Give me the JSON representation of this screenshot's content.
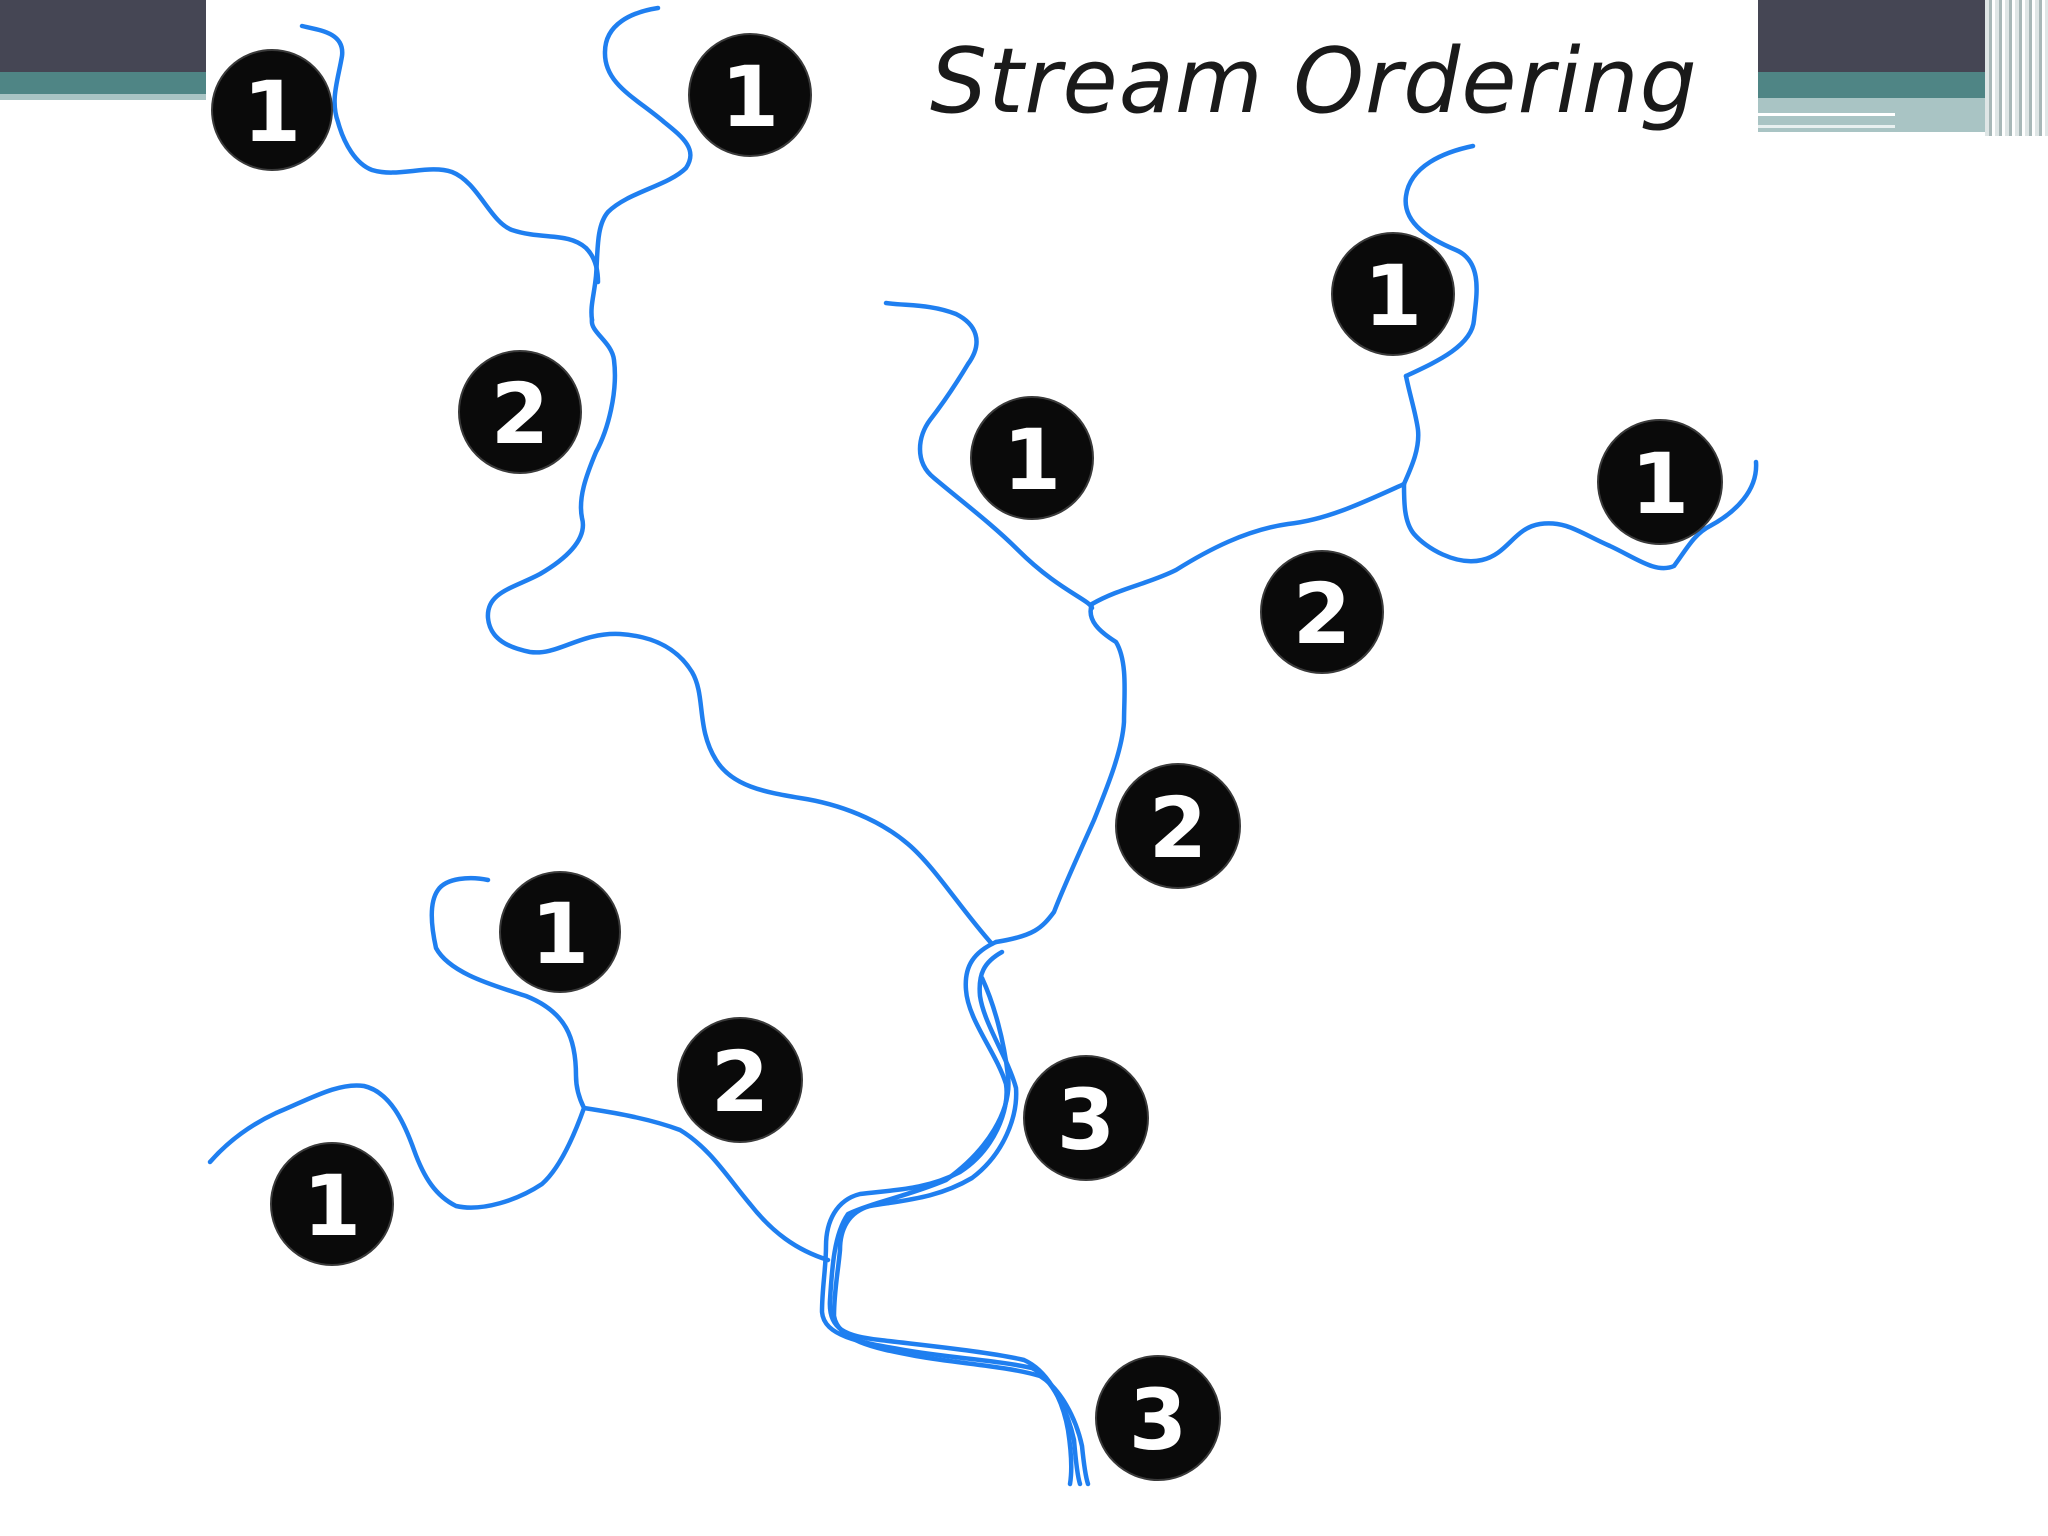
{
  "title": "Stream Ordering",
  "stream_color": "#1f7ff0",
  "badge_color": "#0a0a0a",
  "badges": [
    {
      "id": "a",
      "order": "1"
    },
    {
      "id": "b",
      "order": "1"
    },
    {
      "id": "c",
      "order": "2"
    },
    {
      "id": "d",
      "order": "1"
    },
    {
      "id": "e",
      "order": "1"
    },
    {
      "id": "f",
      "order": "1"
    },
    {
      "id": "g",
      "order": "2"
    },
    {
      "id": "h",
      "order": "2"
    },
    {
      "id": "i",
      "order": "1"
    },
    {
      "id": "j",
      "order": "2"
    },
    {
      "id": "k",
      "order": "1"
    },
    {
      "id": "l",
      "order": "3"
    },
    {
      "id": "m",
      "order": "3"
    }
  ]
}
